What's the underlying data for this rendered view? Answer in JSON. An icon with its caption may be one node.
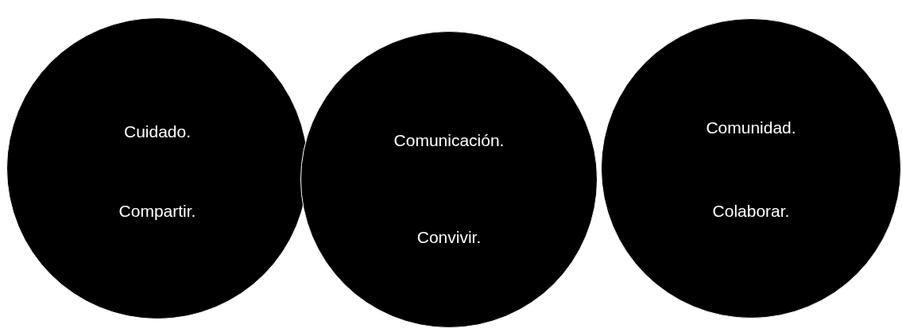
{
  "diagram": {
    "nodes": [
      {
        "text": [
          "Cuidado.",
          "Compartir."
        ]
      },
      {
        "text": [
          "Comunicación.",
          "Convivir."
        ]
      },
      {
        "text": [
          "Comunidad.",
          "Colaborar."
        ]
      }
    ]
  }
}
